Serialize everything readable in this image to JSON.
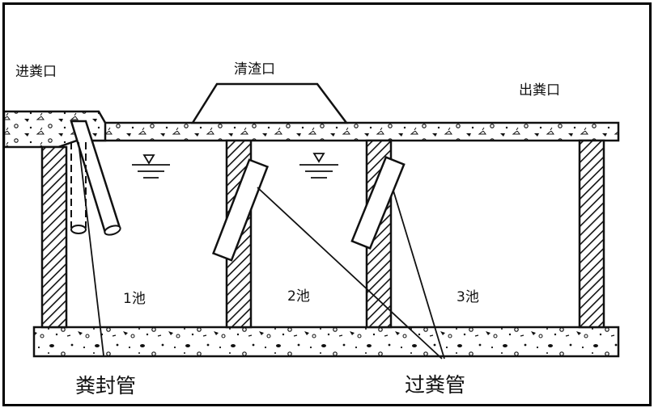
{
  "labels": {
    "inlet": "进粪口",
    "cleanout": "清渣口",
    "outlet": "出粪口",
    "chamber1": "1池",
    "chamber2": "2池",
    "chamber3": "3池",
    "seal_pipe": "粪封管",
    "transfer_pipe": "过粪管"
  },
  "colors": {
    "ink": "#111111",
    "background": "#ffffff"
  }
}
